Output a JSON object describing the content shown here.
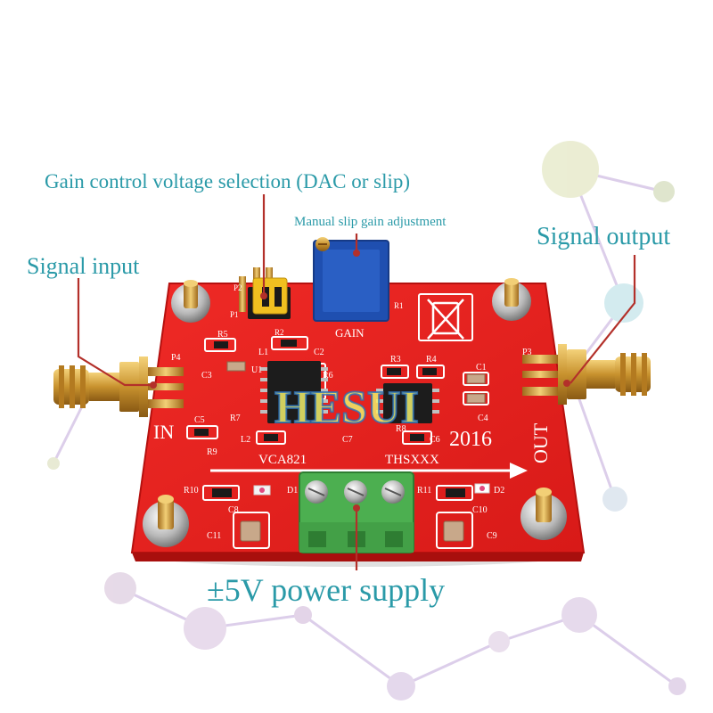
{
  "callouts": {
    "gain_control_selection": "Gain control voltage selection (DAC or slip)",
    "manual_slip_adjustment": "Manual slip gain adjustment",
    "signal_output": "Signal output",
    "signal_input": "Signal input",
    "power_supply": "±5V power supply"
  },
  "board": {
    "color": "#e8201e",
    "watermark": "HESUI",
    "in_label": "IN",
    "out_label": "OUT",
    "year": "2016",
    "gain_label": "GAIN",
    "chip_left": "VCA821",
    "chip_right": "THSXXX",
    "designators": {
      "p1": "P1",
      "p2": "P2",
      "p3": "P3",
      "p4": "P4",
      "r1": "R1",
      "r2": "R2",
      "r3": "R3",
      "r4": "R4",
      "r5": "R5",
      "r6": "R6",
      "r7": "R7",
      "r8": "R8",
      "r9": "R9",
      "r10": "R10",
      "r11": "R11",
      "c1": "C1",
      "c2": "C2",
      "c3": "C3",
      "c4": "C4",
      "c5": "C5",
      "c6": "C6",
      "c7": "C7",
      "c8": "C8",
      "c9": "C9",
      "c10": "C10",
      "c11": "C11",
      "l1": "L1",
      "l2": "L2",
      "u1": "U1",
      "d1": "D1",
      "d2": "D2"
    }
  },
  "colors": {
    "callout_text": "#2a9aa8",
    "callout_line": "#b3302a",
    "sma_gold": "#d4a23a",
    "terminal_green": "#4caf50",
    "potentiometer_blue": "#1f4fb0",
    "jumper_yellow": "#f0c020"
  }
}
